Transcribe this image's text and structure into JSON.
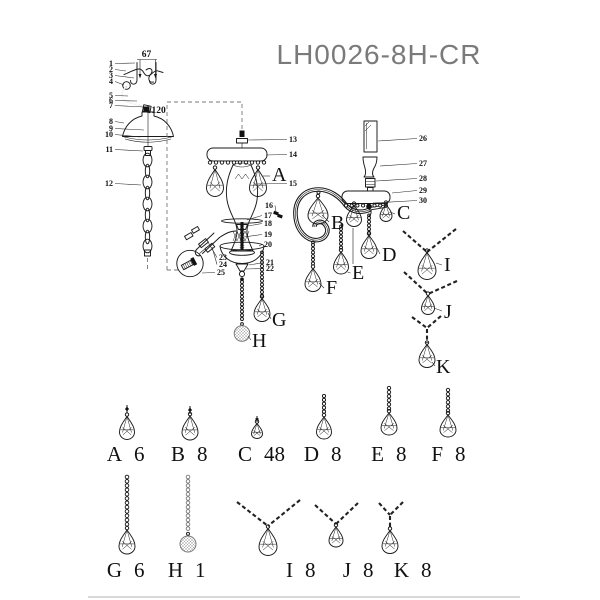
{
  "title": "LH0026-8H-CR",
  "dimensions": {
    "mount_width": "67",
    "canopy_width": "120"
  },
  "part_numbers": [
    "1",
    "2",
    "3",
    "4",
    "5",
    "6",
    "7",
    "8",
    "9",
    "10",
    "11",
    "12",
    "13",
    "14",
    "15",
    "16",
    "17",
    "18",
    "19",
    "20",
    "21",
    "22",
    "23",
    "24",
    "25",
    "26",
    "27",
    "28",
    "29",
    "30"
  ],
  "pendant_labels": [
    "A",
    "B",
    "C",
    "D",
    "E",
    "F",
    "G",
    "H",
    "I",
    "J",
    "K"
  ],
  "legend": {
    "rows": [
      [
        {
          "letter": "A",
          "qty": "6",
          "icon": "pin-teardrop-crystal"
        },
        {
          "letter": "B",
          "qty": "8",
          "icon": "pin-teardrop-crystal"
        },
        {
          "letter": "C",
          "qty": "48",
          "icon": "small-teardrop-crystal"
        },
        {
          "letter": "D",
          "qty": "8",
          "icon": "bead-chain-teardrop-crystal"
        },
        {
          "letter": "E",
          "qty": "8",
          "icon": "bead-chain-teardrop-crystal"
        },
        {
          "letter": "F",
          "qty": "8",
          "icon": "bead-chain-teardrop-crystal"
        }
      ],
      [
        {
          "letter": "G",
          "qty": "6",
          "icon": "long-bead-chain-teardrop-crystal"
        },
        {
          "letter": "H",
          "qty": "1",
          "icon": "long-bead-chain-crystal-ball"
        },
        {
          "letter": "I",
          "qty": "8",
          "icon": "v-chain-teardrop-crystal"
        },
        {
          "letter": "J",
          "qty": "8",
          "icon": "v-chain-teardrop-crystal"
        },
        {
          "letter": "K",
          "qty": "8",
          "icon": "y-chain-teardrop-crystal"
        }
      ]
    ]
  },
  "colors": {
    "line": "#1a1a1a",
    "title_gray": "#7a7a7a",
    "ball_shade": "#999999",
    "separator": "#c9ccce"
  }
}
